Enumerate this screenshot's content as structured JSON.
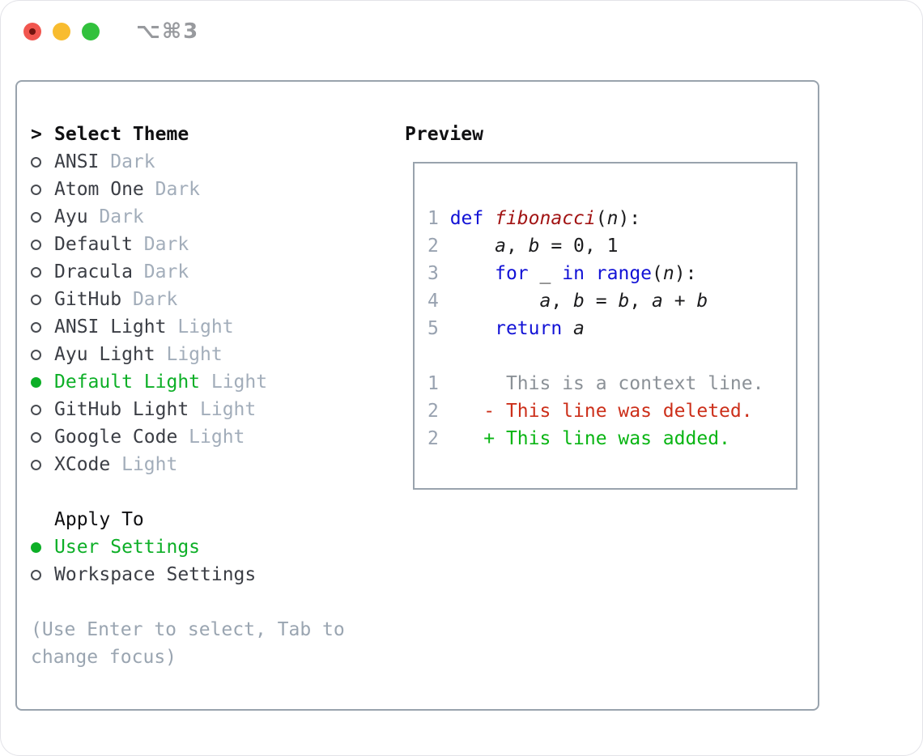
{
  "window": {
    "title": "⌥⌘3"
  },
  "colors": {
    "traffic_red": "#f1564f",
    "traffic_red_dot": "#73140f",
    "traffic_yellow": "#f8bc2f",
    "traffic_green": "#32c13d",
    "border_gray": "#99a3ad",
    "heading_text": "#101012",
    "item_text": "#3b3e45",
    "muted_gray": "#a2adba",
    "accent_green": "#0daf27",
    "hint_gray": "#9aa5b1",
    "line_number_gray": "#98a2b0",
    "keyword_blue": "#1212d6",
    "function_red": "#a21414",
    "code_text": "#1c1c1e",
    "context_gray": "#8b9197",
    "diff_red": "#cc2f1a",
    "diff_green": "#0ab514"
  },
  "theme_selector": {
    "prompt": ">",
    "heading": "Select Theme",
    "items": [
      {
        "name": "ANSI",
        "variant": "Dark",
        "selected": false
      },
      {
        "name": "Atom One",
        "variant": "Dark",
        "selected": false
      },
      {
        "name": "Ayu",
        "variant": "Dark",
        "selected": false
      },
      {
        "name": "Default",
        "variant": "Dark",
        "selected": false
      },
      {
        "name": "Dracula",
        "variant": "Dark",
        "selected": false
      },
      {
        "name": "GitHub",
        "variant": "Dark",
        "selected": false
      },
      {
        "name": "ANSI Light",
        "variant": "Light",
        "selected": false
      },
      {
        "name": "Ayu Light",
        "variant": "Light",
        "selected": false
      },
      {
        "name": "Default Light",
        "variant": "Light",
        "selected": true
      },
      {
        "name": "GitHub Light",
        "variant": "Light",
        "selected": false
      },
      {
        "name": "Google Code",
        "variant": "Light",
        "selected": false
      },
      {
        "name": "XCode",
        "variant": "Light",
        "selected": false
      }
    ]
  },
  "apply_to": {
    "heading": "Apply To",
    "options": [
      {
        "label": "User Settings",
        "selected": true
      },
      {
        "label": "Workspace Settings",
        "selected": false
      }
    ]
  },
  "hint": "(Use Enter to select, Tab to change focus)",
  "preview": {
    "heading": "Preview",
    "lines": [
      [
        [
          "1 ",
          "n"
        ],
        [
          "def",
          "kw"
        ],
        [
          " ",
          "p"
        ],
        [
          "fibonacci",
          "fn"
        ],
        [
          "(",
          "p"
        ],
        [
          "n",
          "v"
        ],
        [
          "):",
          "p"
        ]
      ],
      [
        [
          "2 ",
          "n"
        ],
        [
          "    ",
          "p"
        ],
        [
          "a",
          "v"
        ],
        [
          ", ",
          "p"
        ],
        [
          "b",
          "v"
        ],
        [
          " = 0, 1",
          "p"
        ]
      ],
      [
        [
          "3 ",
          "n"
        ],
        [
          "    ",
          "p"
        ],
        [
          "for",
          "kw"
        ],
        [
          " ",
          "p"
        ],
        [
          "_",
          "p"
        ],
        [
          " ",
          "p"
        ],
        [
          "in",
          "kw"
        ],
        [
          " ",
          "p"
        ],
        [
          "range",
          "kw"
        ],
        [
          "(",
          "p"
        ],
        [
          "n",
          "v"
        ],
        [
          "):",
          "p"
        ]
      ],
      [
        [
          "4 ",
          "n"
        ],
        [
          "        ",
          "p"
        ],
        [
          "a",
          "v"
        ],
        [
          ", ",
          "p"
        ],
        [
          "b",
          "v"
        ],
        [
          " = ",
          "p"
        ],
        [
          "b",
          "v"
        ],
        [
          ", ",
          "p"
        ],
        [
          "a",
          "v"
        ],
        [
          " + ",
          "p"
        ],
        [
          "b",
          "v"
        ]
      ],
      [
        [
          "5 ",
          "n"
        ],
        [
          "    ",
          "p"
        ],
        [
          "return",
          "kw"
        ],
        [
          " ",
          "p"
        ],
        [
          "a",
          "v"
        ]
      ],
      [],
      [
        [
          "1",
          "n"
        ],
        [
          "      ",
          "p"
        ],
        [
          "This is a context line.",
          "ctx"
        ]
      ],
      [
        [
          "2",
          "n"
        ],
        [
          "    ",
          "p"
        ],
        [
          "- This line was deleted.",
          "del"
        ]
      ],
      [
        [
          "2",
          "n"
        ],
        [
          "    ",
          "p"
        ],
        [
          "+ This line was added.",
          "add"
        ]
      ]
    ]
  }
}
